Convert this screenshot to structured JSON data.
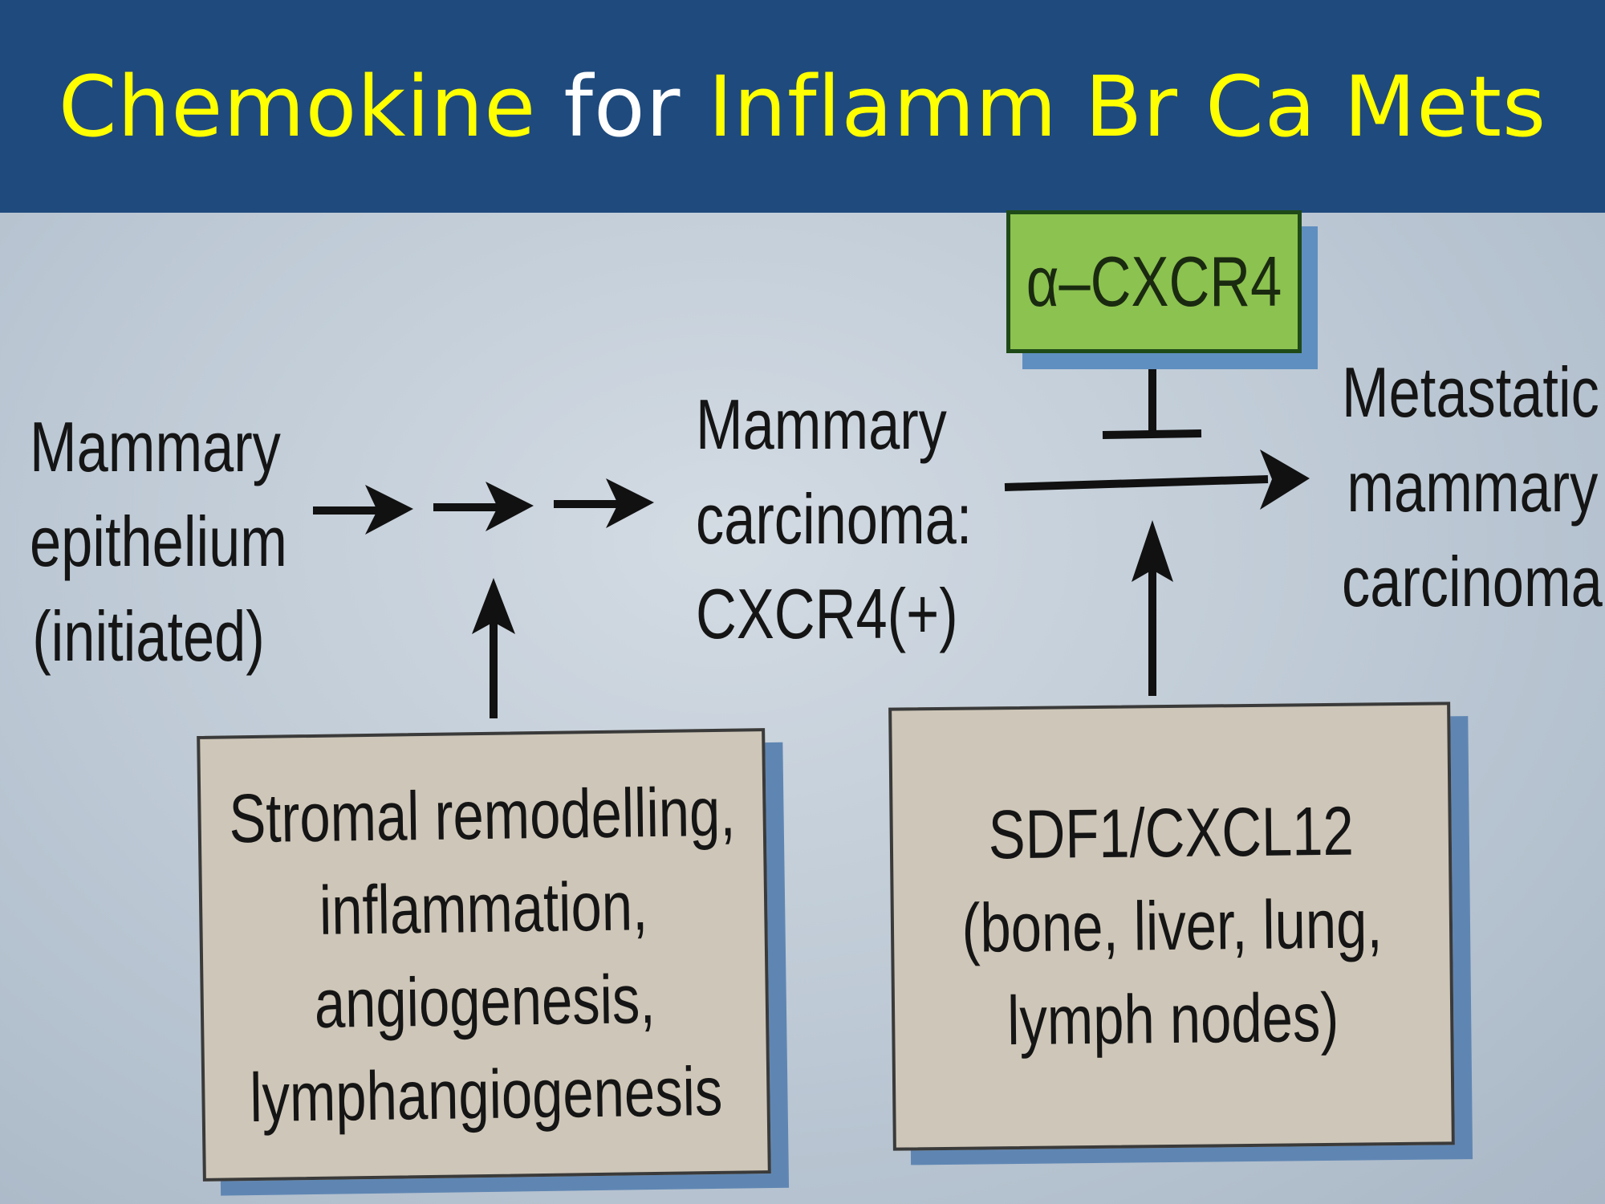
{
  "title": {
    "part1": "Chemokine",
    "part2": "for",
    "part3": "Inflamm Br Ca Mets"
  },
  "diagram": {
    "start": [
      "Mammary",
      "epithelium",
      "(initiated)"
    ],
    "middle": [
      "Mammary",
      "carcinoma:",
      "CXCR4(+)"
    ],
    "end": [
      "Metastatic",
      "mammary",
      "carcinoma"
    ],
    "inhibitor": "α–CXCR4",
    "stromal_box": [
      "Stromal remodelling,",
      "inflammation,",
      "angiogenesis,",
      "lymphangiogenesis"
    ],
    "sdf_box": [
      "SDF1/CXCL12",
      "(bone, liver, lung,",
      "lymph nodes)"
    ]
  }
}
